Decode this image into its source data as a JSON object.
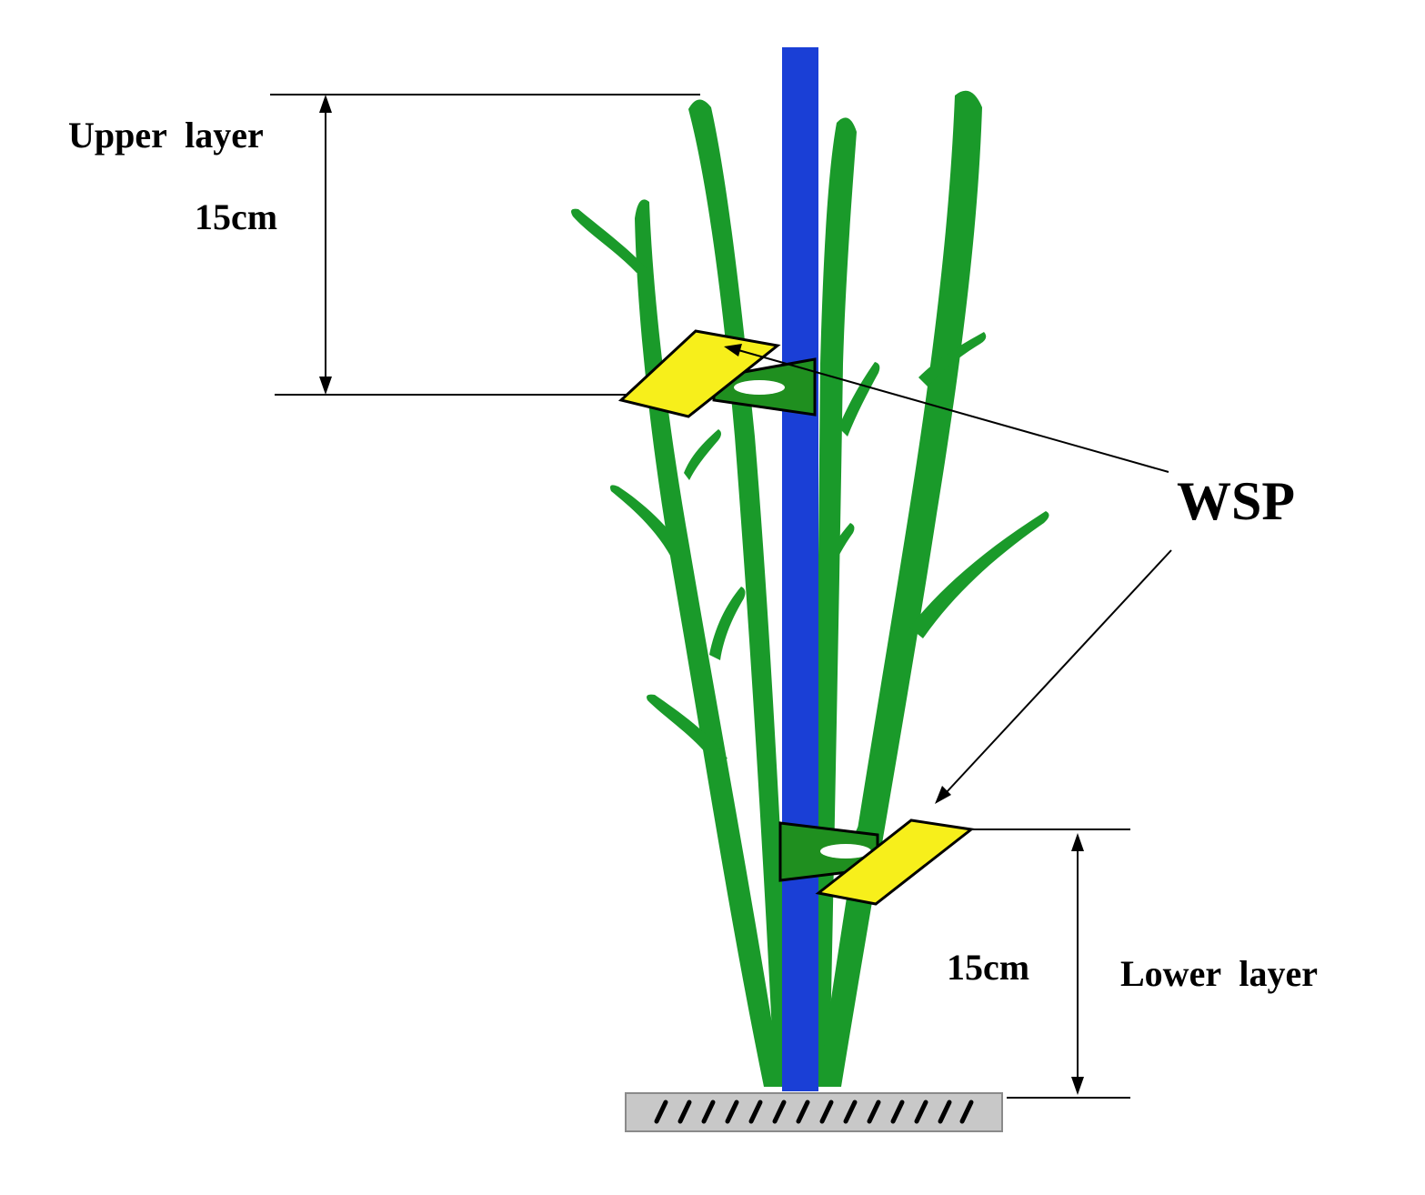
{
  "labels": {
    "upper_layer": "Upper  layer",
    "upper_height": "15cm",
    "wsp": "WSP",
    "lower_height": "15cm",
    "lower_layer": "Lower  layer"
  },
  "colors": {
    "plant_green": "#1a9a2a",
    "pole_blue": "#1a3fd6",
    "paper_yellow": "#f7ef1b",
    "holder_green": "#1f8f1f",
    "ground_gray": "#c8c8c8"
  }
}
